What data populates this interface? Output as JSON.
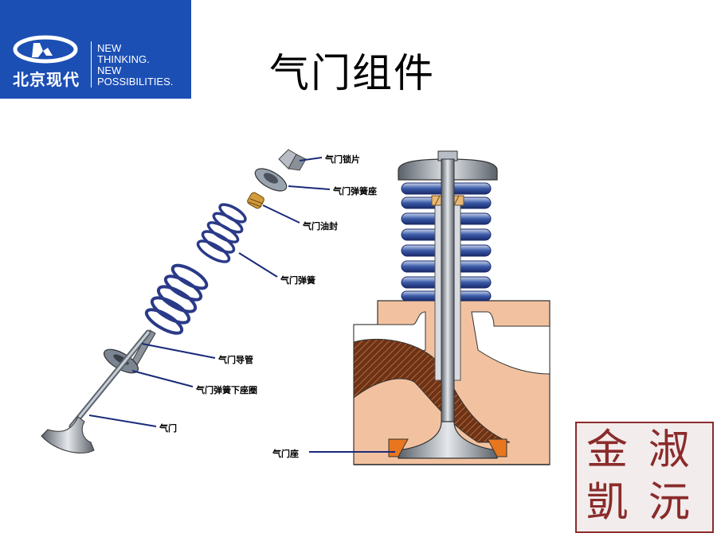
{
  "logo": {
    "brand_cn": "北京现代",
    "slogan_lines": [
      "NEW",
      "THINKING.",
      "NEW",
      "POSSIBILITIES."
    ],
    "background_color": "#1c4fb4"
  },
  "title": "气门组件",
  "exploded_view_labels": {
    "valve_collet": "气门锁片",
    "spring_seat": "气门弹簧座",
    "oil_seal": "气门油封",
    "valve_spring": "气门弹簧",
    "valve_guide": "气门导管",
    "lower_spring_seat": "气门弹簧下座圈",
    "valve": "气门"
  },
  "section_view_labels": {
    "valve_seat": "气门座"
  },
  "seal": {
    "characters": [
      "淑",
      "沅",
      "金",
      "凱"
    ],
    "color": "#8a2b2b"
  },
  "colors": {
    "leader_line": "#1a2a7a",
    "spring_blue": "#3a5aa8",
    "head_tissue": "#f2c2a0",
    "valve_seat_insert": "#e8761e",
    "hatch_brown": "#7a3a1a"
  }
}
